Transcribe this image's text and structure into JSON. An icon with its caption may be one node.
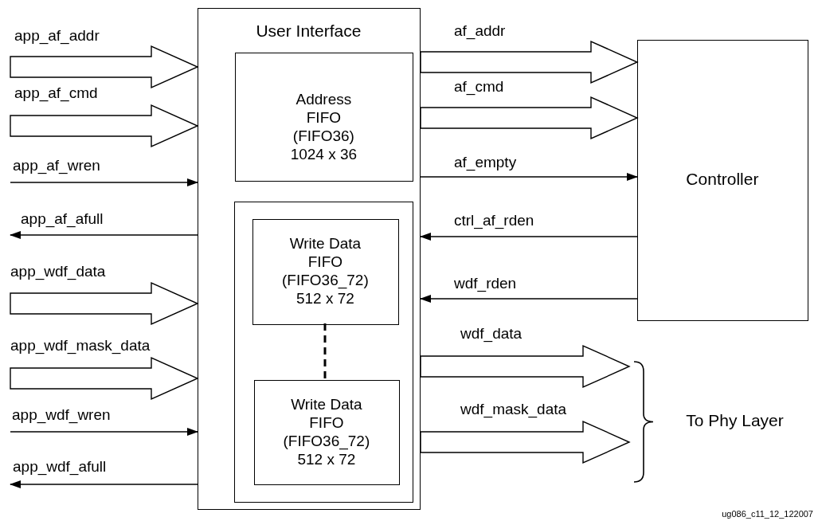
{
  "diagram": {
    "nodes": [
      {
        "text": [
          "User Interface"
        ]
      },
      {
        "text": [
          "Address FIFO (FIFO36) 1024 x 36"
        ],
        "in": 0
      },
      {
        "text": [],
        "shape": "box",
        "in": 0
      },
      {
        "text": [
          "Write Data FIFO (FIFO36_72) 512 x 72"
        ],
        "in": 2
      },
      {
        "text": [
          "Write Data FIFO (FIFO36_72) 512 x 72"
        ],
        "in": 2
      },
      {
        "text": [
          "Controller"
        ]
      },
      {
        "text": [
          "To Phy Layer"
        ]
      }
    ],
    "edges": [
      {
        "from": null,
        "to": 0,
        "arrow": "to",
        "label": "app_af_addr",
        "style": "thick"
      },
      {
        "from": null,
        "to": 0,
        "arrow": "to",
        "label": "app_af_cmd",
        "style": "thick"
      },
      {
        "from": null,
        "to": 0,
        "arrow": "to",
        "label": "app_af_wren"
      },
      {
        "from": 0,
        "to": null,
        "arrow": "to",
        "label": "app_af_afull"
      },
      {
        "from": null,
        "to": 0,
        "arrow": "to",
        "label": "app_wdf_data",
        "style": "thick"
      },
      {
        "from": null,
        "to": 0,
        "arrow": "to",
        "label": "app_wdf_mask_data",
        "style": "thick"
      },
      {
        "from": null,
        "to": 0,
        "arrow": "to",
        "label": "app_wdf_wren"
      },
      {
        "from": 0,
        "to": null,
        "arrow": "to",
        "label": "app_wdf_afull"
      },
      {
        "from": 0,
        "to": 5,
        "arrow": "to",
        "label": "af_addr",
        "style": "thick"
      },
      {
        "from": 0,
        "to": 5,
        "arrow": "to",
        "label": "af_cmd",
        "style": "thick"
      },
      {
        "from": 0,
        "to": 5,
        "arrow": "to",
        "label": "af_empty"
      },
      {
        "from": 5,
        "to": 0,
        "arrow": "to",
        "label": "ctrl_af_rden"
      },
      {
        "from": 5,
        "to": 0,
        "arrow": "to",
        "label": "wdf_rden"
      },
      {
        "from": 0,
        "to": 6,
        "arrow": "to",
        "label": "wdf_data",
        "style": "thick"
      },
      {
        "from": 0,
        "to": 6,
        "arrow": "to",
        "label": "wdf_mask_data",
        "style": "thick"
      },
      {
        "from": 3,
        "to": 4,
        "arrow": "none",
        "style": "dashed"
      }
    ],
    "labels": [
      "ug086_c11_12_122007"
    ]
  }
}
